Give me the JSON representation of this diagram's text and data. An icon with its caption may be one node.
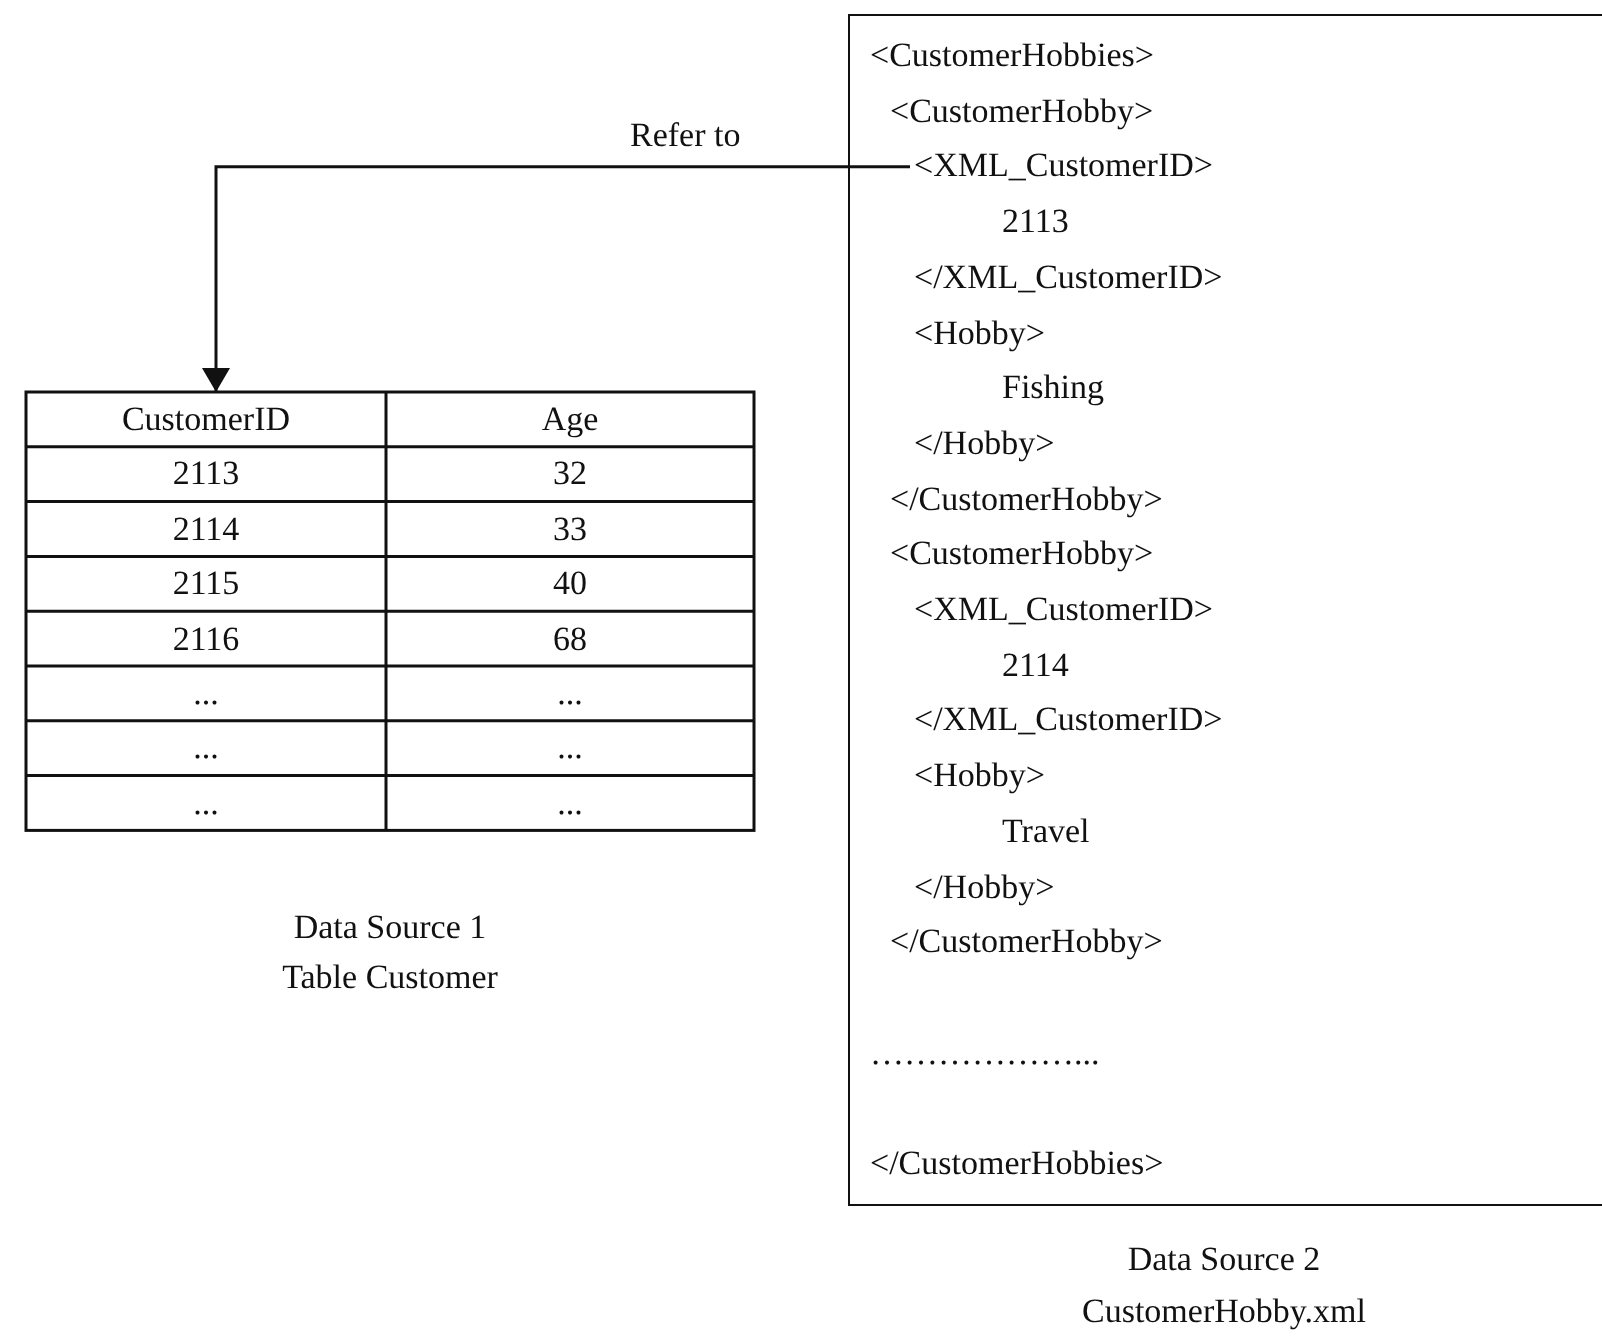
{
  "diagram": {
    "nodes": [
      {
        "text": [
          "CustomerID"
        ]
      },
      {
        "text": [
          "<CustomerHobbies>",
          "<CustomerHobby>",
          "2113",
          "</XML_CustomerID>",
          "<Hobby>",
          "Fishing",
          "</Hobby>",
          "</CustomerHobby>",
          "<CustomerHobby>",
          "<XML_CustomerID>",
          "2114",
          "</XML_CustomerID>",
          "<Hobby>",
          "Travel",
          "</Hobby>",
          "</CustomerHobby>",
          "………………...",
          "</CustomerHobbies>"
        ],
        "beside": [
          "Data Source 2",
          "CustomerHobby.xml"
        ]
      },
      {
        "text": [
          "<XML_CustomerID>"
        ],
        "in": 1
      }
    ],
    "edges": [
      {
        "from": 2,
        "to": 0,
        "arrow": "to",
        "label": "Refer to"
      }
    ],
    "labels": [
      "Age",
      "2113",
      "32",
      "2114",
      "33",
      "2115",
      "40",
      "2116",
      "68",
      "...",
      "...",
      "...",
      "...",
      "...",
      "...",
      "Data Source 1",
      "Table Customer"
    ]
  }
}
